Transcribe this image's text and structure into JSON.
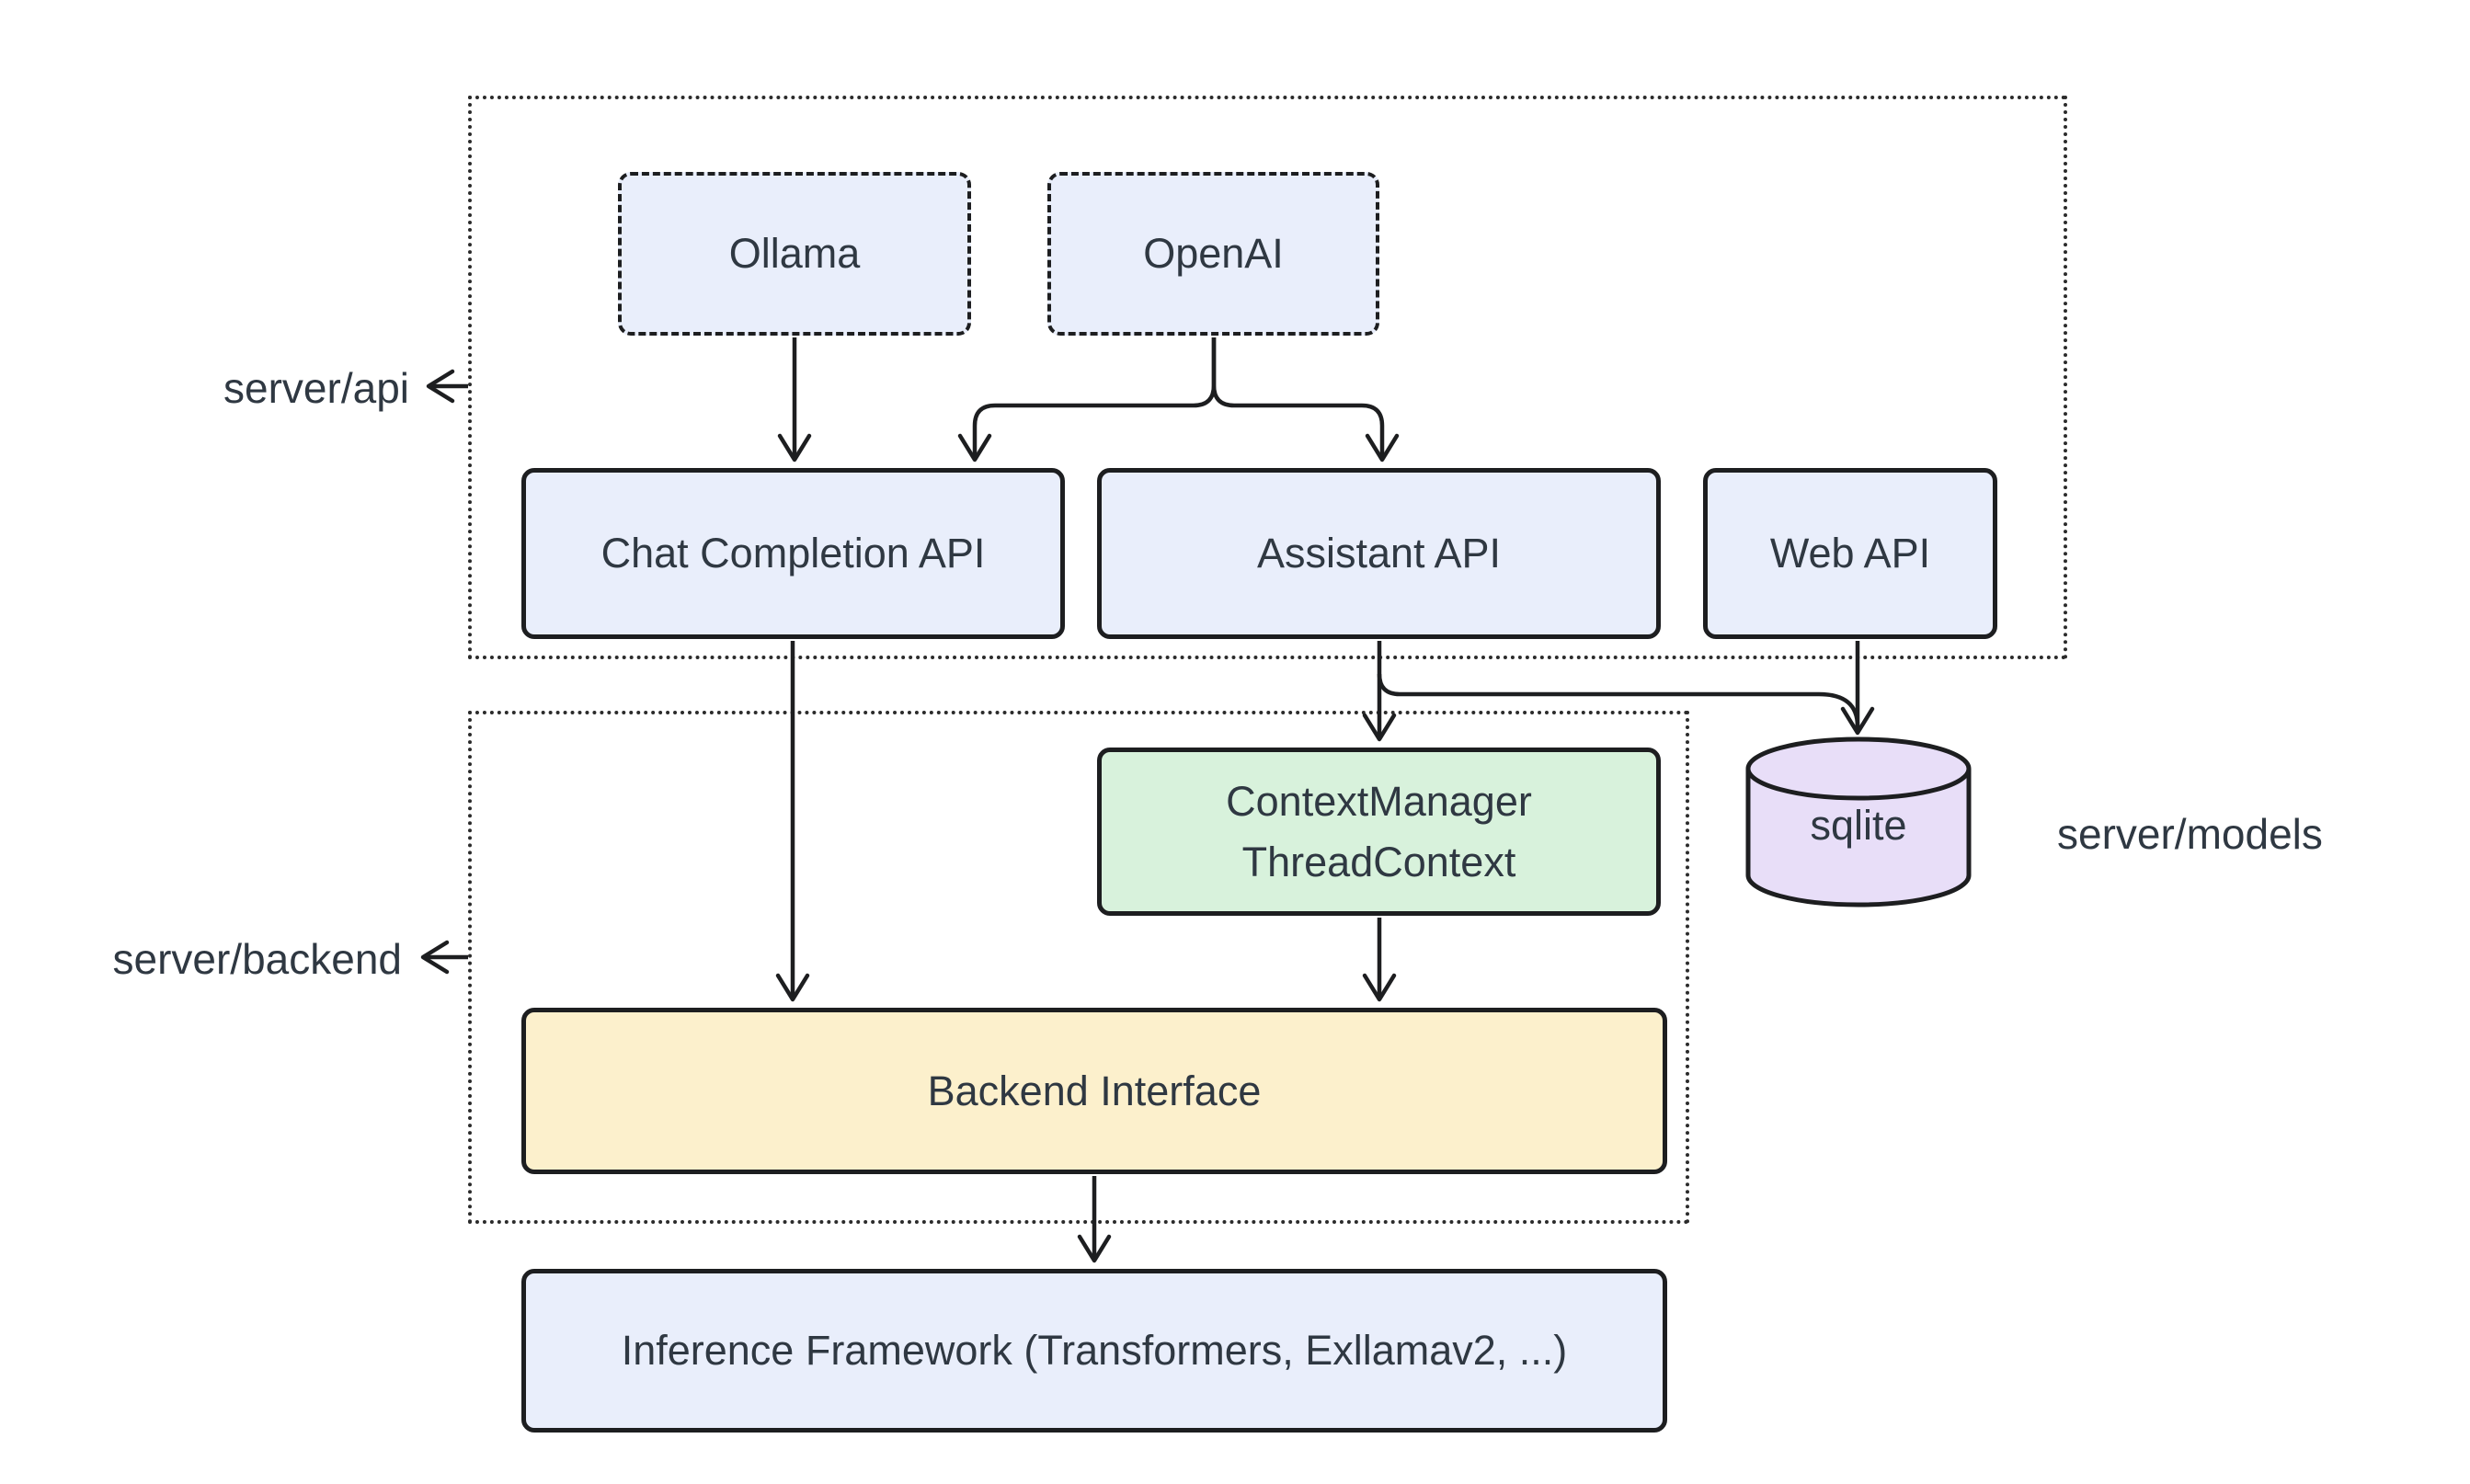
{
  "diagram": {
    "containers": {
      "api": {
        "label": "server/api"
      },
      "backend": {
        "label": "server/backend"
      },
      "models": {
        "label": "server/models"
      }
    },
    "nodes": {
      "ollama": {
        "label": "Ollama"
      },
      "openai": {
        "label": "OpenAI"
      },
      "chat_completion_api": {
        "label": "Chat Completion API"
      },
      "assistant_api": {
        "label": "Assistant API"
      },
      "web_api": {
        "label": "Web API"
      },
      "context_manager": {
        "line1": "ContextManager",
        "line2": "ThreadContext"
      },
      "sqlite": {
        "label": "sqlite"
      },
      "backend_interface": {
        "label": "Backend Interface"
      },
      "inference_framework": {
        "label": "Inference Framework (Transformers, Exllamav2, ...)"
      }
    },
    "edges": [
      {
        "from": "Ollama",
        "to": "Chat Completion API"
      },
      {
        "from": "OpenAI",
        "to": "Chat Completion API"
      },
      {
        "from": "OpenAI",
        "to": "Assistant API"
      },
      {
        "from": "Chat Completion API",
        "to": "Backend Interface"
      },
      {
        "from": "Assistant API",
        "to": "ContextManager ThreadContext"
      },
      {
        "from": "Assistant API",
        "to": "sqlite"
      },
      {
        "from": "Web API",
        "to": "sqlite"
      },
      {
        "from": "ContextManager ThreadContext",
        "to": "Backend Interface"
      },
      {
        "from": "Backend Interface",
        "to": "Inference Framework (Transformers, Exllamav2, ...)"
      }
    ],
    "colors": {
      "background": "#ffffff",
      "node_blue": "#e9eefb",
      "node_green": "#d8f2dc",
      "node_yellow": "#fcf0cc",
      "node_purple": "#e8def8",
      "stroke": "#1d1e20",
      "text": "#2f3842"
    }
  }
}
